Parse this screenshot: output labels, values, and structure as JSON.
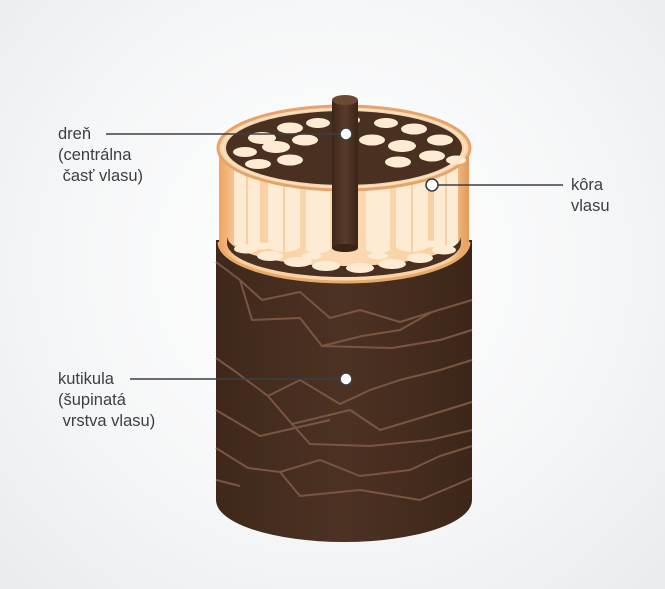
{
  "labels": {
    "medulla": {
      "line1": "dreň",
      "line2": "(centrálna",
      "line3": " časť vlasu)"
    },
    "cortex": {
      "line1": "kôra",
      "line2": "vlasu"
    },
    "cuticle": {
      "line1": "kutikula",
      "line2": "(šupinatá",
      "line3": " vrstva vlasu)"
    }
  },
  "colors": {
    "cuticle_dark": "#4a3021",
    "cuticle_scale_line": "#7a5642",
    "cortex_orange": "#f6c38e",
    "cortex_cell": "#fdebd4",
    "medulla": "#4a3021",
    "leader_line": "#3b3f44"
  }
}
